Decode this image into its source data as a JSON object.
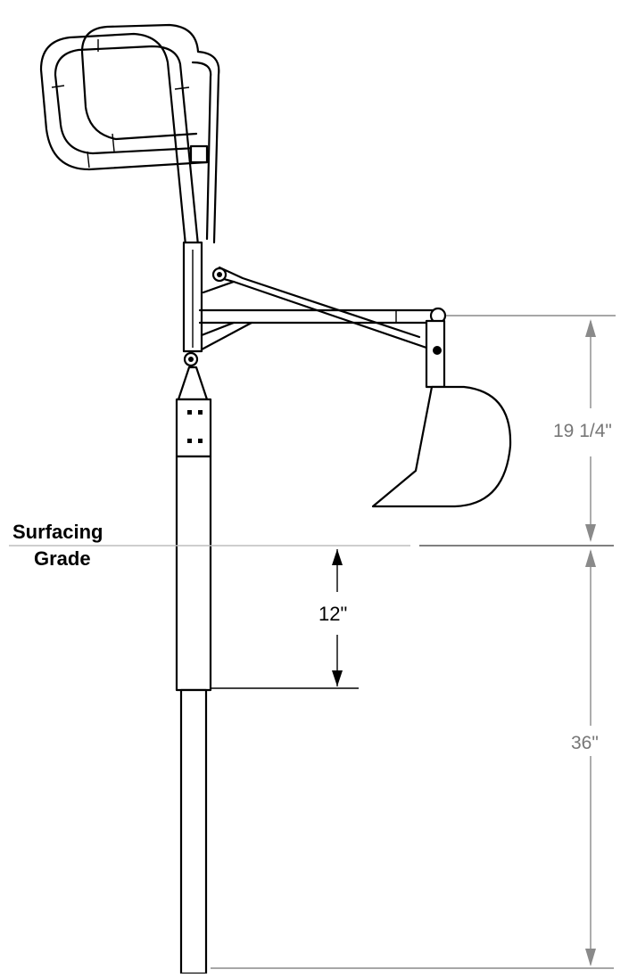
{
  "labels": {
    "surfacing_line1": "Surfacing",
    "surfacing_line2": "Grade",
    "dim_depth_12": "12\"",
    "dim_height_19": "19 1/4\"",
    "dim_depth_36": "36\""
  },
  "colors": {
    "line": "#000000",
    "dimension": "#8a8a8a",
    "dimension_text": "#777777",
    "background": "#ffffff"
  }
}
